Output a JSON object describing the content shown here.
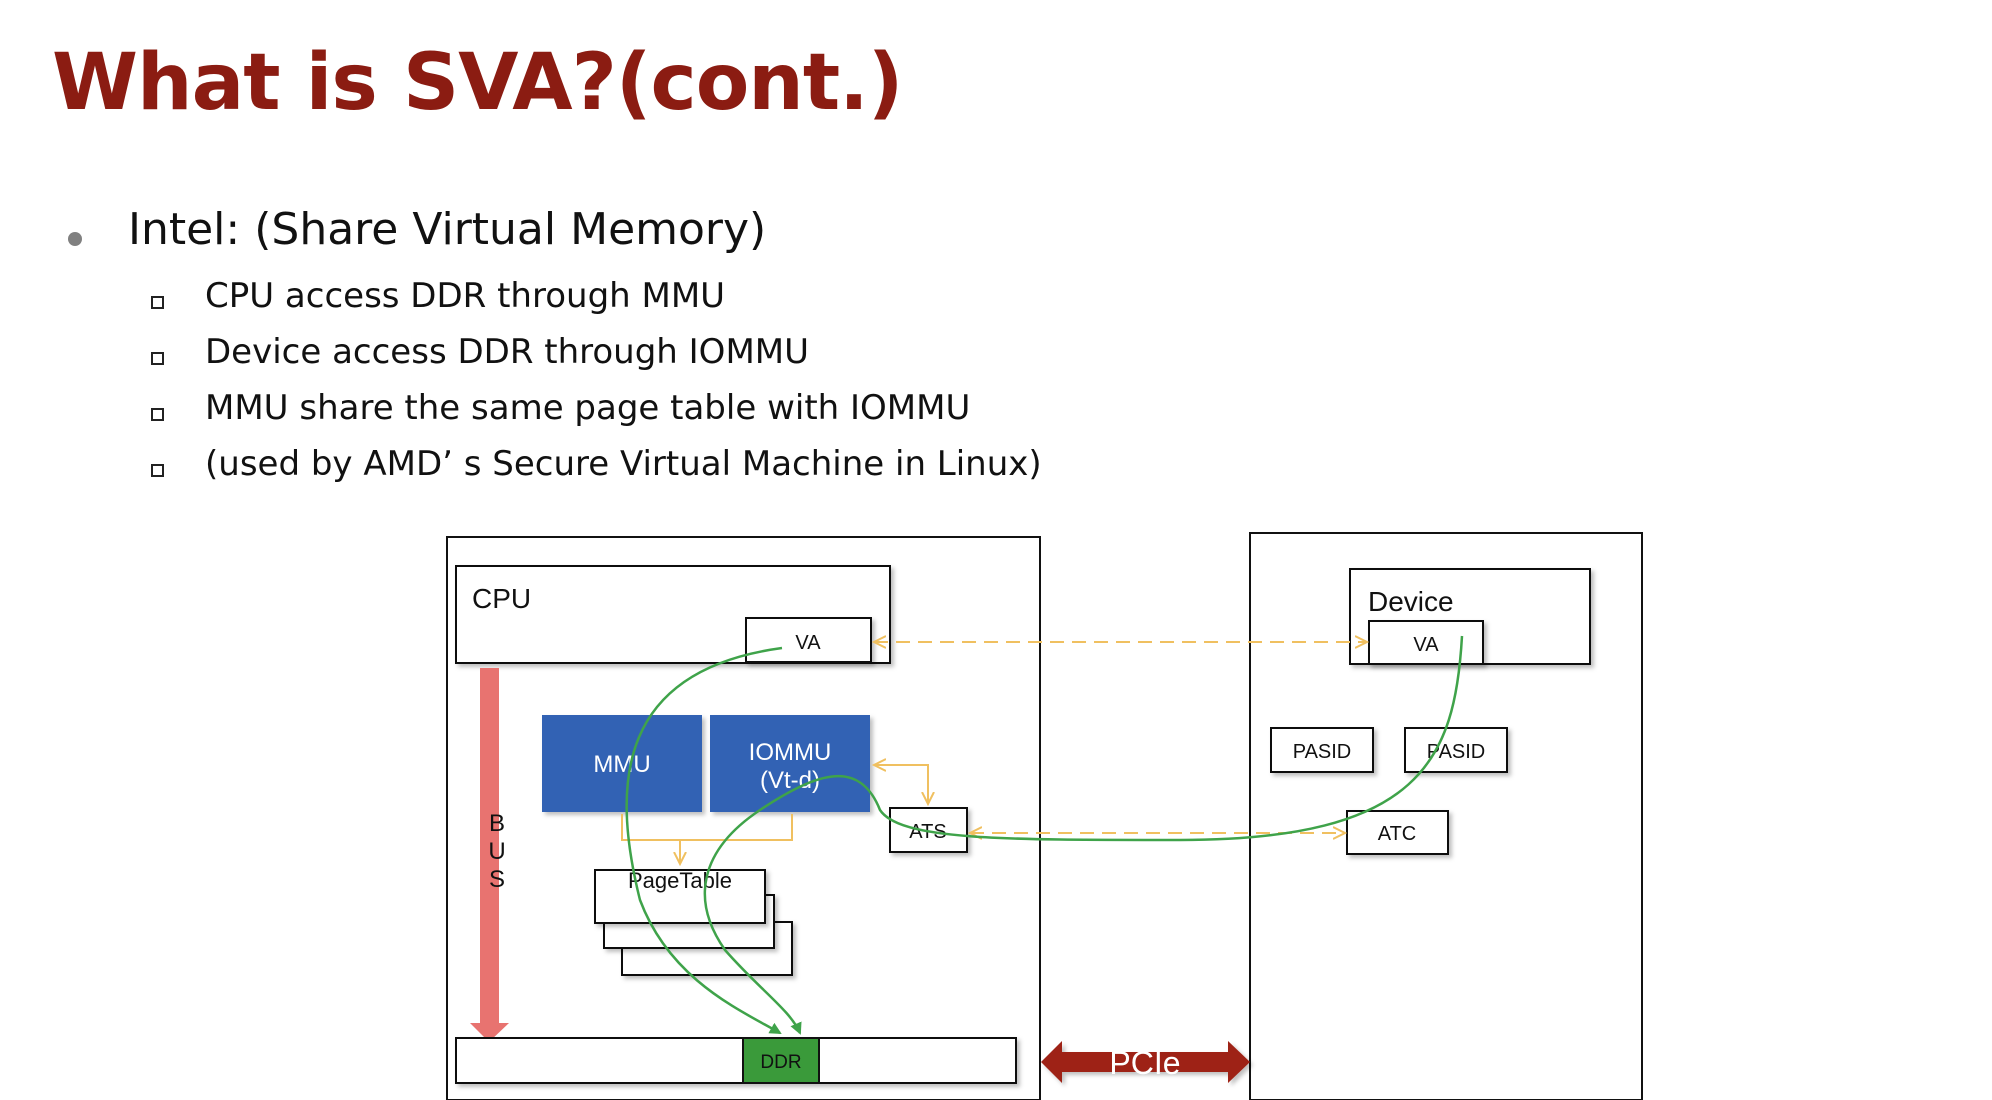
{
  "slide": {
    "title": "What is SVA?(cont.)",
    "bullet_main": "Intel: (Share Virtual Memory)",
    "sub_bullets": [
      "CPU access DDR through MMU",
      "Device access DDR through IOMMU",
      "MMU share the same page table with IOMMU",
      "(used by AMD’  s Secure Virtual Machine in Linux)"
    ]
  },
  "diagram": {
    "cpu_label": "CPU",
    "cpu_va": "VA",
    "mmu": "MMU",
    "iommu_line1": "IOMMU",
    "iommu_line2": "(Vt-d)",
    "ats": "ATS",
    "pagetable": "PageTable",
    "bus_letters": [
      "B",
      "U",
      "S"
    ],
    "ddr": "DDR",
    "pcie": "PCIe",
    "device_label": "Device",
    "device_va": "VA",
    "pasid_1": "PASID",
    "pasid_2": "PASID",
    "atc": "ATC"
  },
  "colors": {
    "title": "#8b1c12",
    "mmu_blue": "#3262b4",
    "ddr_green": "#3a9a3a",
    "bus_red": "#e87370",
    "pcie_red": "#9e2414",
    "flow_green": "#3fa34a",
    "dash_yellow": "#f0c060"
  }
}
